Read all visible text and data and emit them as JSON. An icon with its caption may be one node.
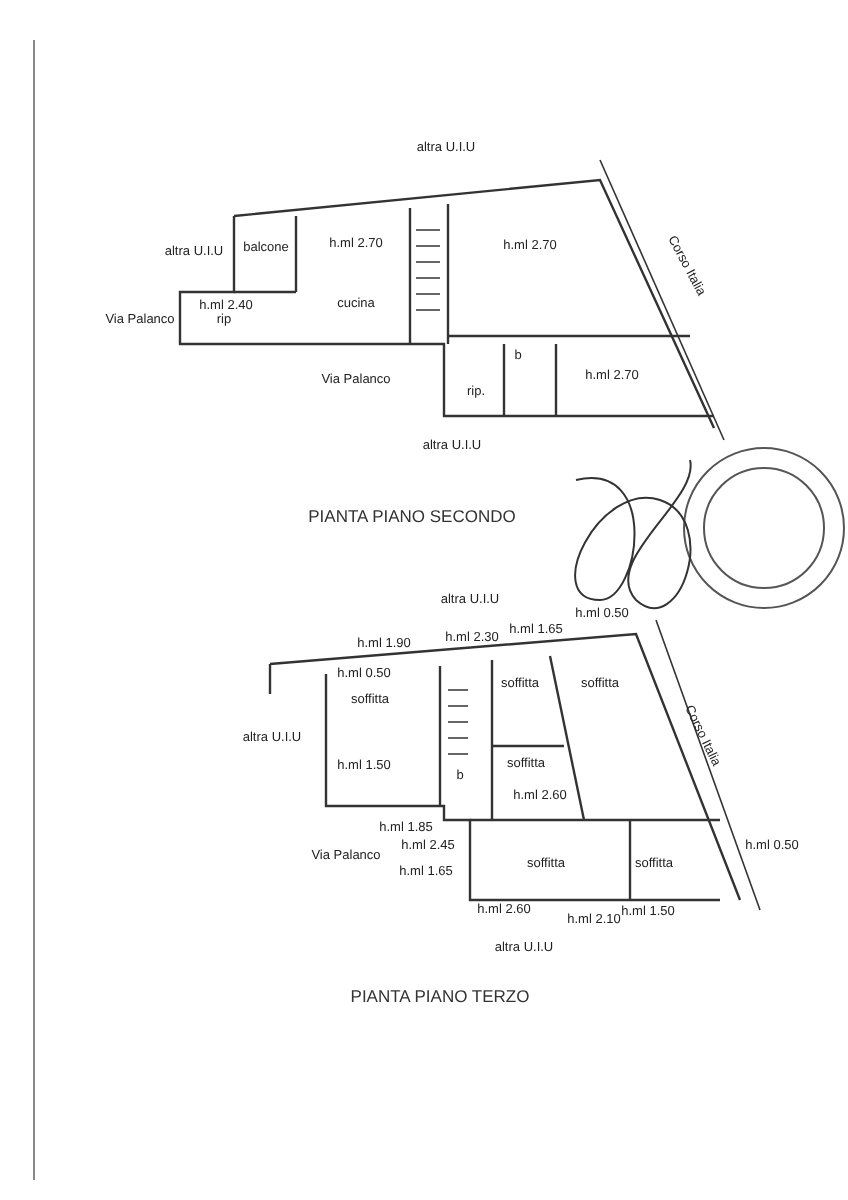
{
  "diagram": {
    "labels": [
      "altra U.I.U",
      "altra U.I.U",
      "balcone",
      "h.ml 2.70",
      "h.ml 2.70",
      "Corso Italia",
      "h.ml 2.40",
      "rip",
      "cucina",
      "Via Palanco",
      "b",
      "Via Palanco",
      "rip.",
      "h.ml 2.70",
      "altra U.I.U",
      "PIANTA PIANO SECONDO",
      "altra U.I.U",
      "h.ml 0.50",
      "h.ml 1.90",
      "h.ml 2.30",
      "h.ml 1.65",
      "h.ml 0.50",
      "soffitta",
      "soffitta",
      "soffitta",
      "altra U.I.U",
      "Corso Italia",
      "h.ml 1.50",
      "soffitta",
      "b",
      "h.ml 2.60",
      "h.ml 1.85",
      "h.ml 2.45",
      "Via Palanco",
      "soffitta",
      "soffitta",
      "h.ml 0.50",
      "h.ml 1.65",
      "h.ml 2.60",
      "h.ml 2.10",
      "h.ml 1.50",
      "altra U.I.U",
      "PIANTA PIANO TERZO"
    ]
  }
}
